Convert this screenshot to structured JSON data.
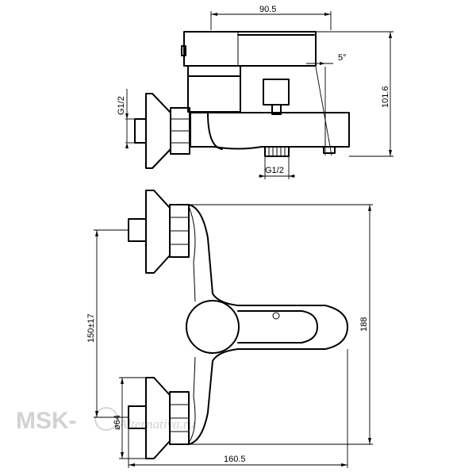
{
  "dimensions": {
    "top_width": "90.5",
    "top_height": "101.6",
    "angle": "5°",
    "inlet_thread_side": "G1/2",
    "outlet_thread_bottom": "G1/2",
    "centers": "150±17",
    "escutcheon_dia": "ø64",
    "overall_height": "188",
    "overall_width": "160.5"
  },
  "watermark": {
    "brand": "MSK-",
    "script": "Alternativa.ru"
  }
}
